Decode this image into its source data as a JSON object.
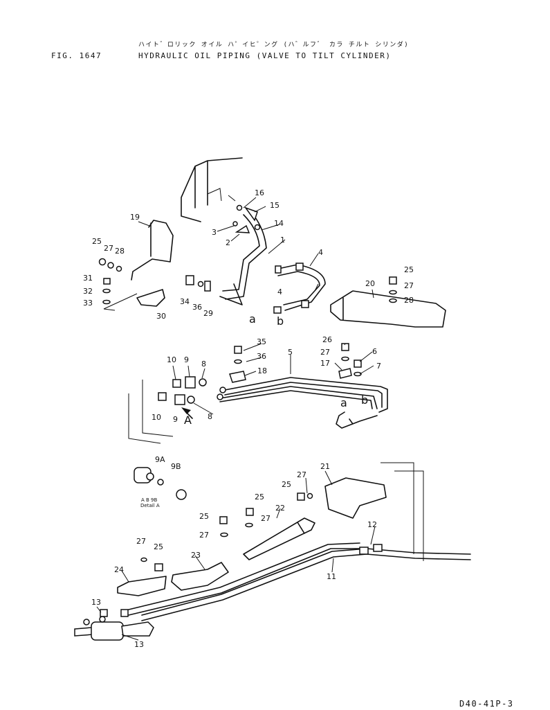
{
  "header": {
    "fig_number": "FIG. 1647",
    "title_jp": "ハイト゛ロリック オイル ハ゜イヒ゜ング (ハ゛ルフ゛ カラ チルト シリンダ)",
    "title_en": "HYDRAULIC OIL PIPING (VALVE TO TILT CYLINDER)"
  },
  "footer": {
    "page_code": "D40-41P-3"
  },
  "detail": {
    "label": "Detail A",
    "sublabels": "A  B  9B"
  },
  "callouts": [
    {
      "id": "c16",
      "text": "16"
    },
    {
      "id": "c15",
      "text": "15"
    },
    {
      "id": "c14",
      "text": "14"
    },
    {
      "id": "c3",
      "text": "3"
    },
    {
      "id": "c2",
      "text": "2"
    },
    {
      "id": "c1",
      "text": "1"
    },
    {
      "id": "c4a",
      "text": "4"
    },
    {
      "id": "c4b",
      "text": "4"
    },
    {
      "id": "c19",
      "text": "19"
    },
    {
      "id": "c25a",
      "text": "25"
    },
    {
      "id": "c27a",
      "text": "27"
    },
    {
      "id": "c28a",
      "text": "28"
    },
    {
      "id": "c31",
      "text": "31"
    },
    {
      "id": "c32",
      "text": "32"
    },
    {
      "id": "c33",
      "text": "33"
    },
    {
      "id": "c30",
      "text": "30"
    },
    {
      "id": "c34",
      "text": "34"
    },
    {
      "id": "c36a",
      "text": "36"
    },
    {
      "id": "c29",
      "text": "29"
    },
    {
      "id": "ca1",
      "text": "a"
    },
    {
      "id": "cb1",
      "text": "b"
    },
    {
      "id": "c20",
      "text": "20"
    },
    {
      "id": "c25b",
      "text": "25"
    },
    {
      "id": "c27b",
      "text": "27"
    },
    {
      "id": "c28b",
      "text": "28"
    },
    {
      "id": "c35",
      "text": "35"
    },
    {
      "id": "c36b",
      "text": "36"
    },
    {
      "id": "c18",
      "text": "18"
    },
    {
      "id": "c5",
      "text": "5"
    },
    {
      "id": "c26",
      "text": "26"
    },
    {
      "id": "c27c",
      "text": "27"
    },
    {
      "id": "c6",
      "text": "6"
    },
    {
      "id": "c17",
      "text": "17"
    },
    {
      "id": "c7",
      "text": "7"
    },
    {
      "id": "c10a",
      "text": "10"
    },
    {
      "id": "c9a",
      "text": "9"
    },
    {
      "id": "c8a",
      "text": "8"
    },
    {
      "id": "c10b",
      "text": "10"
    },
    {
      "id": "c9b",
      "text": "9"
    },
    {
      "id": "cA",
      "text": "A"
    },
    {
      "id": "c8b",
      "text": "8"
    },
    {
      "id": "ca2",
      "text": "a"
    },
    {
      "id": "cb2",
      "text": "b"
    },
    {
      "id": "c9A",
      "text": "9A"
    },
    {
      "id": "c9B",
      "text": "9B"
    },
    {
      "id": "c21",
      "text": "21"
    },
    {
      "id": "c25c",
      "text": "25"
    },
    {
      "id": "c27d",
      "text": "27"
    },
    {
      "id": "c25d",
      "text": "25"
    },
    {
      "id": "c22",
      "text": "22"
    },
    {
      "id": "c27e",
      "text": "27"
    },
    {
      "id": "c25e",
      "text": "25"
    },
    {
      "id": "c27f",
      "text": "27"
    },
    {
      "id": "c12",
      "text": "12"
    },
    {
      "id": "c27g",
      "text": "27"
    },
    {
      "id": "c25f",
      "text": "25"
    },
    {
      "id": "c23",
      "text": "23"
    },
    {
      "id": "c24",
      "text": "24"
    },
    {
      "id": "c11",
      "text": "11"
    },
    {
      "id": "c13a",
      "text": "13"
    },
    {
      "id": "c13b",
      "text": "13"
    }
  ]
}
